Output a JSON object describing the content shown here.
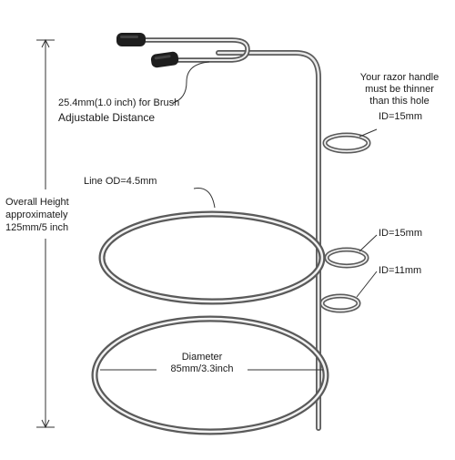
{
  "annotations": {
    "brush_distance": "25.4mm(1.0 inch) for Brush",
    "adjustable": "Adjustable Distance",
    "razor_note": [
      "Your razor handle",
      "must be thinner",
      "than this hole"
    ],
    "id_top": "ID=15mm",
    "id_mid": "ID=15mm",
    "id_bottom": "ID=11mm",
    "line_od": "Line OD=4.5mm",
    "overall_height": [
      "Overall Height",
      "approximately",
      "125mm/5 inch"
    ],
    "diameter": [
      "Diameter",
      "85mm/3.3inch"
    ]
  },
  "colors": {
    "chrome_light": "#f2f2f2",
    "chrome_mid": "#b8b8b8",
    "chrome_dark": "#5a5a5a",
    "tip": "#1e1e1e",
    "leader": "#333333"
  }
}
